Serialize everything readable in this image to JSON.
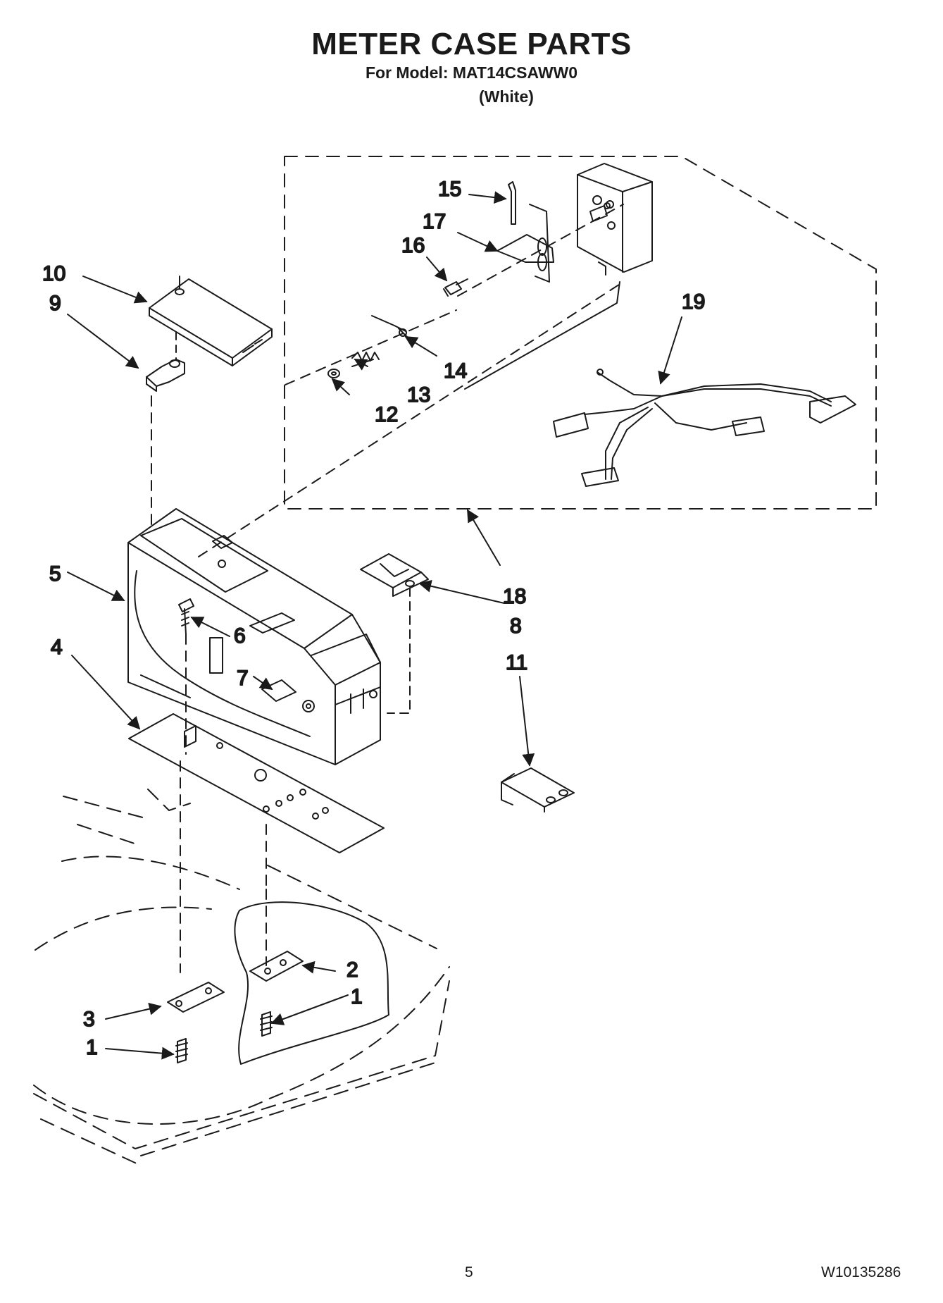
{
  "header": {
    "title": "METER CASE PARTS",
    "model_line": "For Model: MAT14CSAWW0",
    "color_note": "(White)"
  },
  "callouts": {
    "c1a": "1",
    "c1b": "1",
    "c2": "2",
    "c3": "3",
    "c4": "4",
    "c5": "5",
    "c6": "6",
    "c7": "7",
    "c8": "8",
    "c9": "9",
    "c10": "10",
    "c11": "11",
    "c12": "12",
    "c13": "13",
    "c14": "14",
    "c15": "15",
    "c16": "16",
    "c17": "17",
    "c18": "18",
    "c19": "19"
  },
  "footer": {
    "page_number": "5",
    "document_number": "W10135286"
  }
}
